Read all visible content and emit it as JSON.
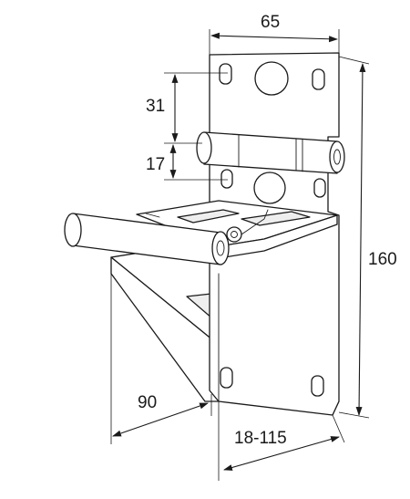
{
  "dimensions": {
    "width": "65",
    "upper_spacing": "31",
    "lower_spacing": "17",
    "height": "160",
    "depth": "90",
    "adjust_range": "18-115"
  }
}
